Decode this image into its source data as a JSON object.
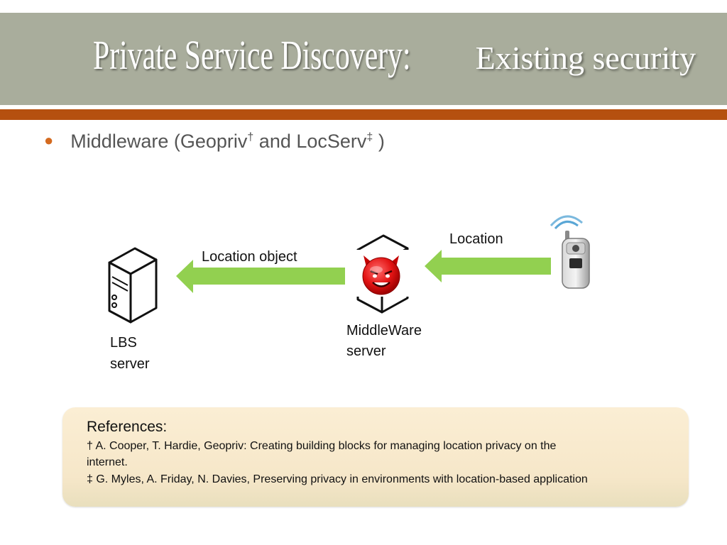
{
  "title": {
    "main": "Private Service Discovery:",
    "sub": "Existing security"
  },
  "bullet": {
    "text_before": "Middleware (Geopriv",
    "dagger": "†",
    "text_mid": " and LocServ",
    "ddagger": "‡",
    "text_after": " )"
  },
  "diagram": {
    "location_label": "Location",
    "location_object_label": "Location object",
    "middleware_label_line1": "MiddleWare",
    "middleware_label_line2": "server",
    "lbs_label_line1": "LBS",
    "lbs_label_line2": "server",
    "arrow_color": "#92d050"
  },
  "references": {
    "heading": "References:",
    "line1": " † A. Cooper, T. Hardie, Geopriv: Creating building blocks for managing location privacy on the",
    "line2": "internet.",
    "line3": "‡ G. Myles, A. Friday, N. Davies, Preserving privacy in environments with location-based application"
  },
  "colors": {
    "title_band": "#a9ad9c",
    "accent_rule": "#b5500f",
    "bullet": "#d46a1f",
    "refs_bg": "#fbeed4"
  }
}
